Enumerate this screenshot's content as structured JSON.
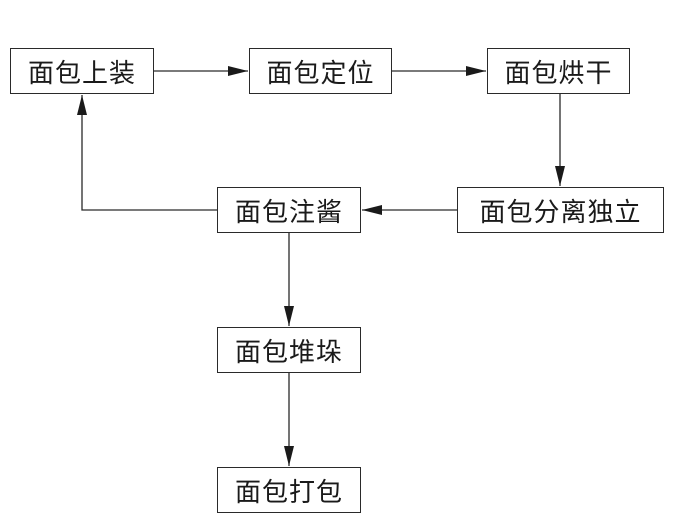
{
  "steps": {
    "upload": "面包上装",
    "position": "面包定位",
    "dry": "面包烘干",
    "separate": "面包分离独立",
    "sauce": "面包注酱",
    "stack": "面包堆垛",
    "pack": "面包打包"
  },
  "colors": {
    "line": "#2a2a2a",
    "text": "#1a1a1a",
    "background": "#ffffff"
  }
}
